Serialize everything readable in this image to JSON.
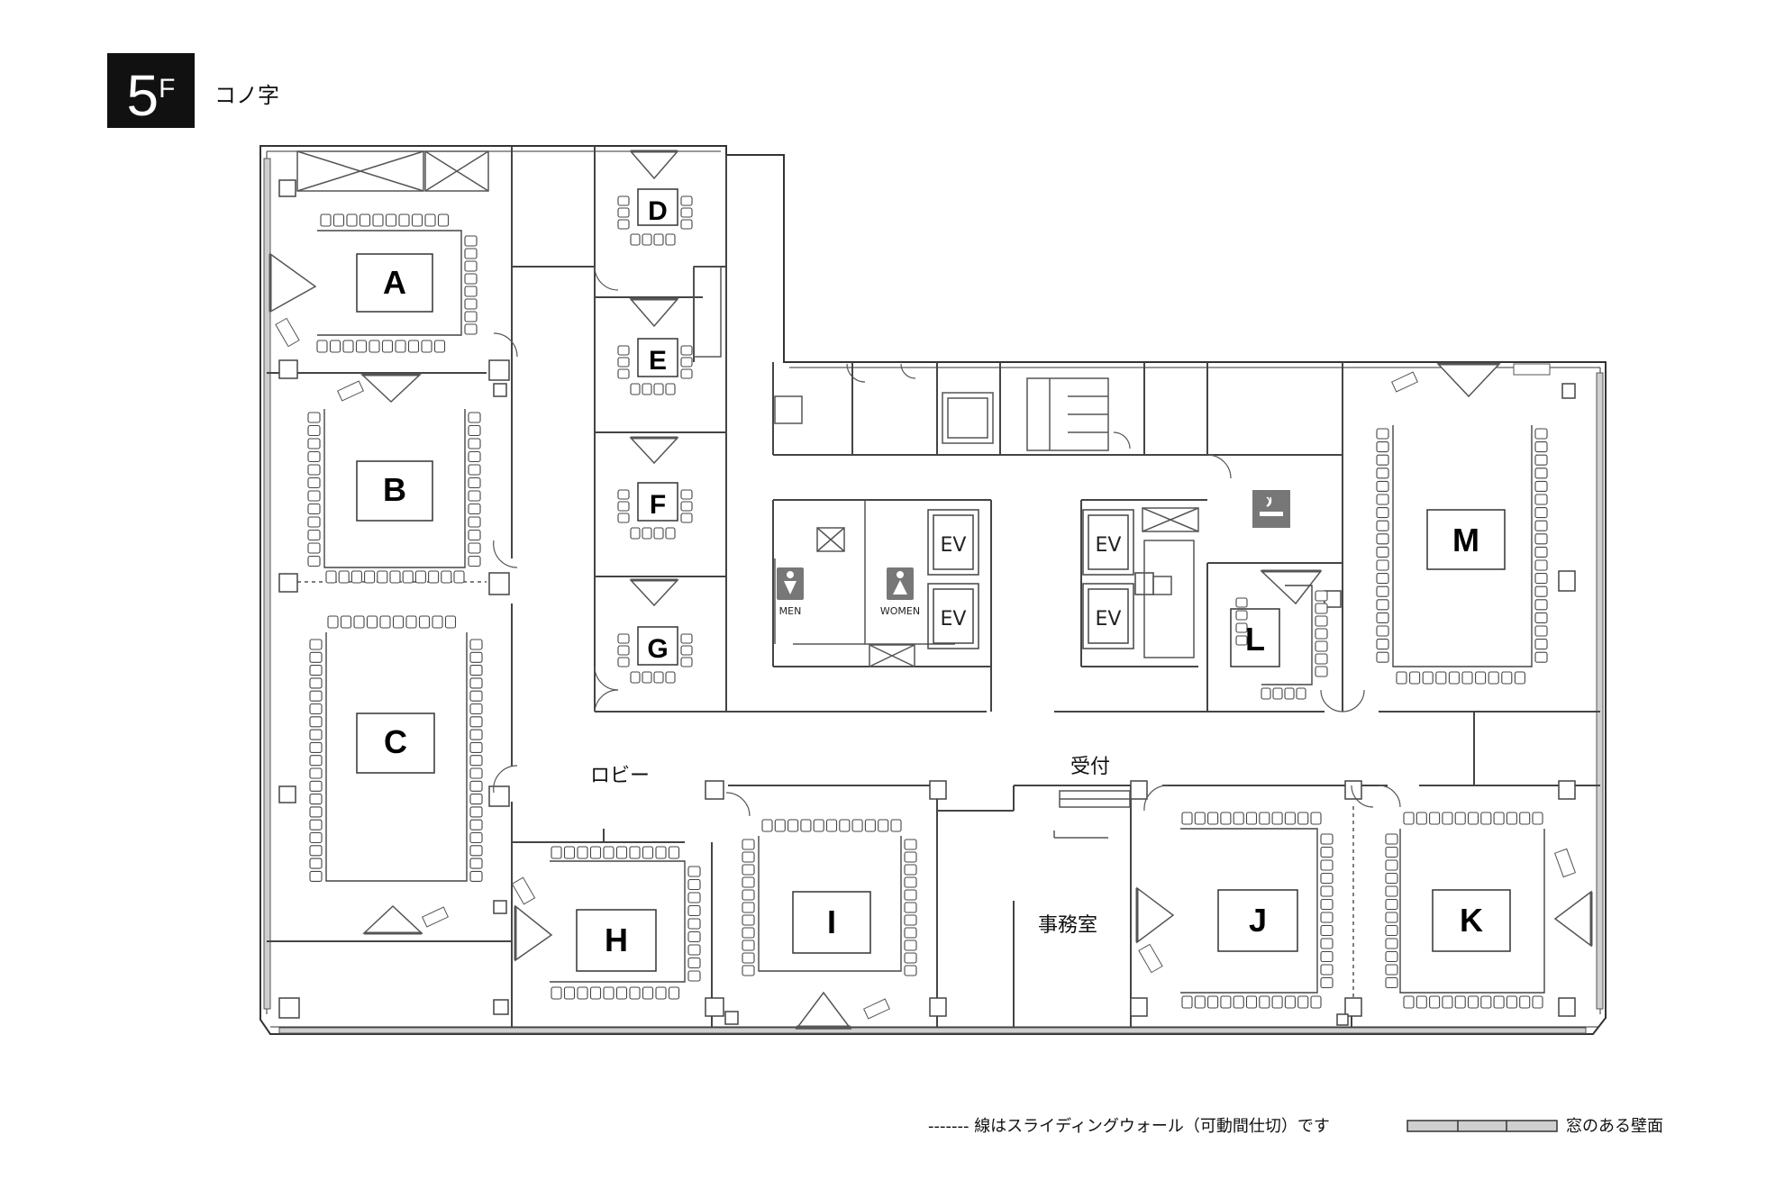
{
  "floor": {
    "number": "5",
    "suffix": "F",
    "layout": "コノ字"
  },
  "rooms": [
    {
      "id": "A",
      "label": "A"
    },
    {
      "id": "B",
      "label": "B"
    },
    {
      "id": "C",
      "label": "C"
    },
    {
      "id": "D",
      "label": "D"
    },
    {
      "id": "E",
      "label": "E"
    },
    {
      "id": "F",
      "label": "F"
    },
    {
      "id": "G",
      "label": "G"
    },
    {
      "id": "H",
      "label": "H"
    },
    {
      "id": "I",
      "label": "I"
    },
    {
      "id": "J",
      "label": "J"
    },
    {
      "id": "K",
      "label": "K"
    },
    {
      "id": "L",
      "label": "L"
    },
    {
      "id": "M",
      "label": "M"
    }
  ],
  "areas": {
    "lobby": "ロビー",
    "reception": "受付",
    "office": "事務室"
  },
  "restrooms": {
    "men": "MEN",
    "women": "WOMEN"
  },
  "elevator_label": "EV",
  "legend": {
    "dashed_line": "------- 線はスライディングウォール（可動間仕切）です",
    "window_wall": "窓のある壁面"
  }
}
